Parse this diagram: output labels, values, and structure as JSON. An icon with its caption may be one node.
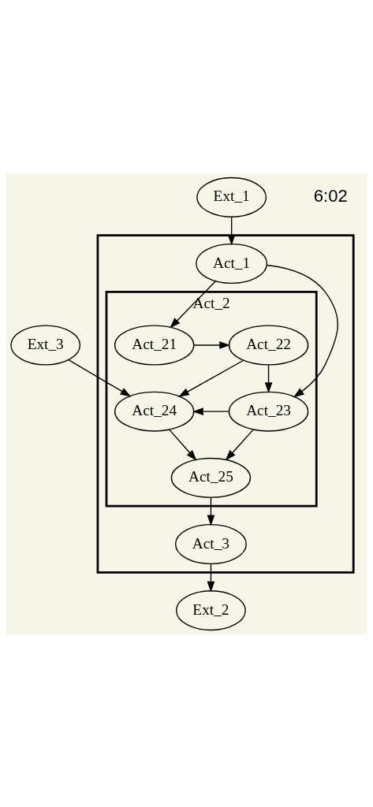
{
  "diagram": {
    "nodes": [
      {
        "text": [
          "Ext_1"
        ]
      },
      {
        "text": [],
        "shape": "box"
      },
      {
        "text": [
          "Act_1"
        ],
        "in": 1
      },
      {
        "text": [
          "Act_2"
        ],
        "in": 1
      },
      {
        "text": [
          "Ext_3"
        ]
      },
      {
        "text": [
          "Act_21"
        ],
        "in": 3
      },
      {
        "text": [
          "Act_22"
        ],
        "in": 3
      },
      {
        "text": [
          "Act_24"
        ],
        "in": 3
      },
      {
        "text": [
          "Act_23"
        ],
        "in": 3
      },
      {
        "text": [
          "Act_25"
        ],
        "in": 3
      },
      {
        "text": [
          "Act_3"
        ],
        "in": 1
      },
      {
        "text": [
          "Ext_2"
        ]
      }
    ],
    "edges": [
      {
        "from": 0,
        "to": 2,
        "arrow": "to"
      },
      {
        "from": 2,
        "to": 5,
        "arrow": "to"
      },
      {
        "from": 2,
        "to": 8,
        "arrow": "to"
      },
      {
        "from": 5,
        "to": 6,
        "arrow": "to"
      },
      {
        "from": 6,
        "to": 7,
        "arrow": "to"
      },
      {
        "from": 6,
        "to": 8,
        "arrow": "to"
      },
      {
        "from": 4,
        "to": 7,
        "arrow": "to"
      },
      {
        "from": 8,
        "to": 7,
        "arrow": "to"
      },
      {
        "from": 7,
        "to": 9,
        "arrow": "to"
      },
      {
        "from": 8,
        "to": 9,
        "arrow": "to"
      },
      {
        "from": 9,
        "to": 10,
        "arrow": "to"
      },
      {
        "from": 10,
        "to": 11,
        "arrow": "to"
      }
    ],
    "labels": [
      "6:02"
    ]
  }
}
